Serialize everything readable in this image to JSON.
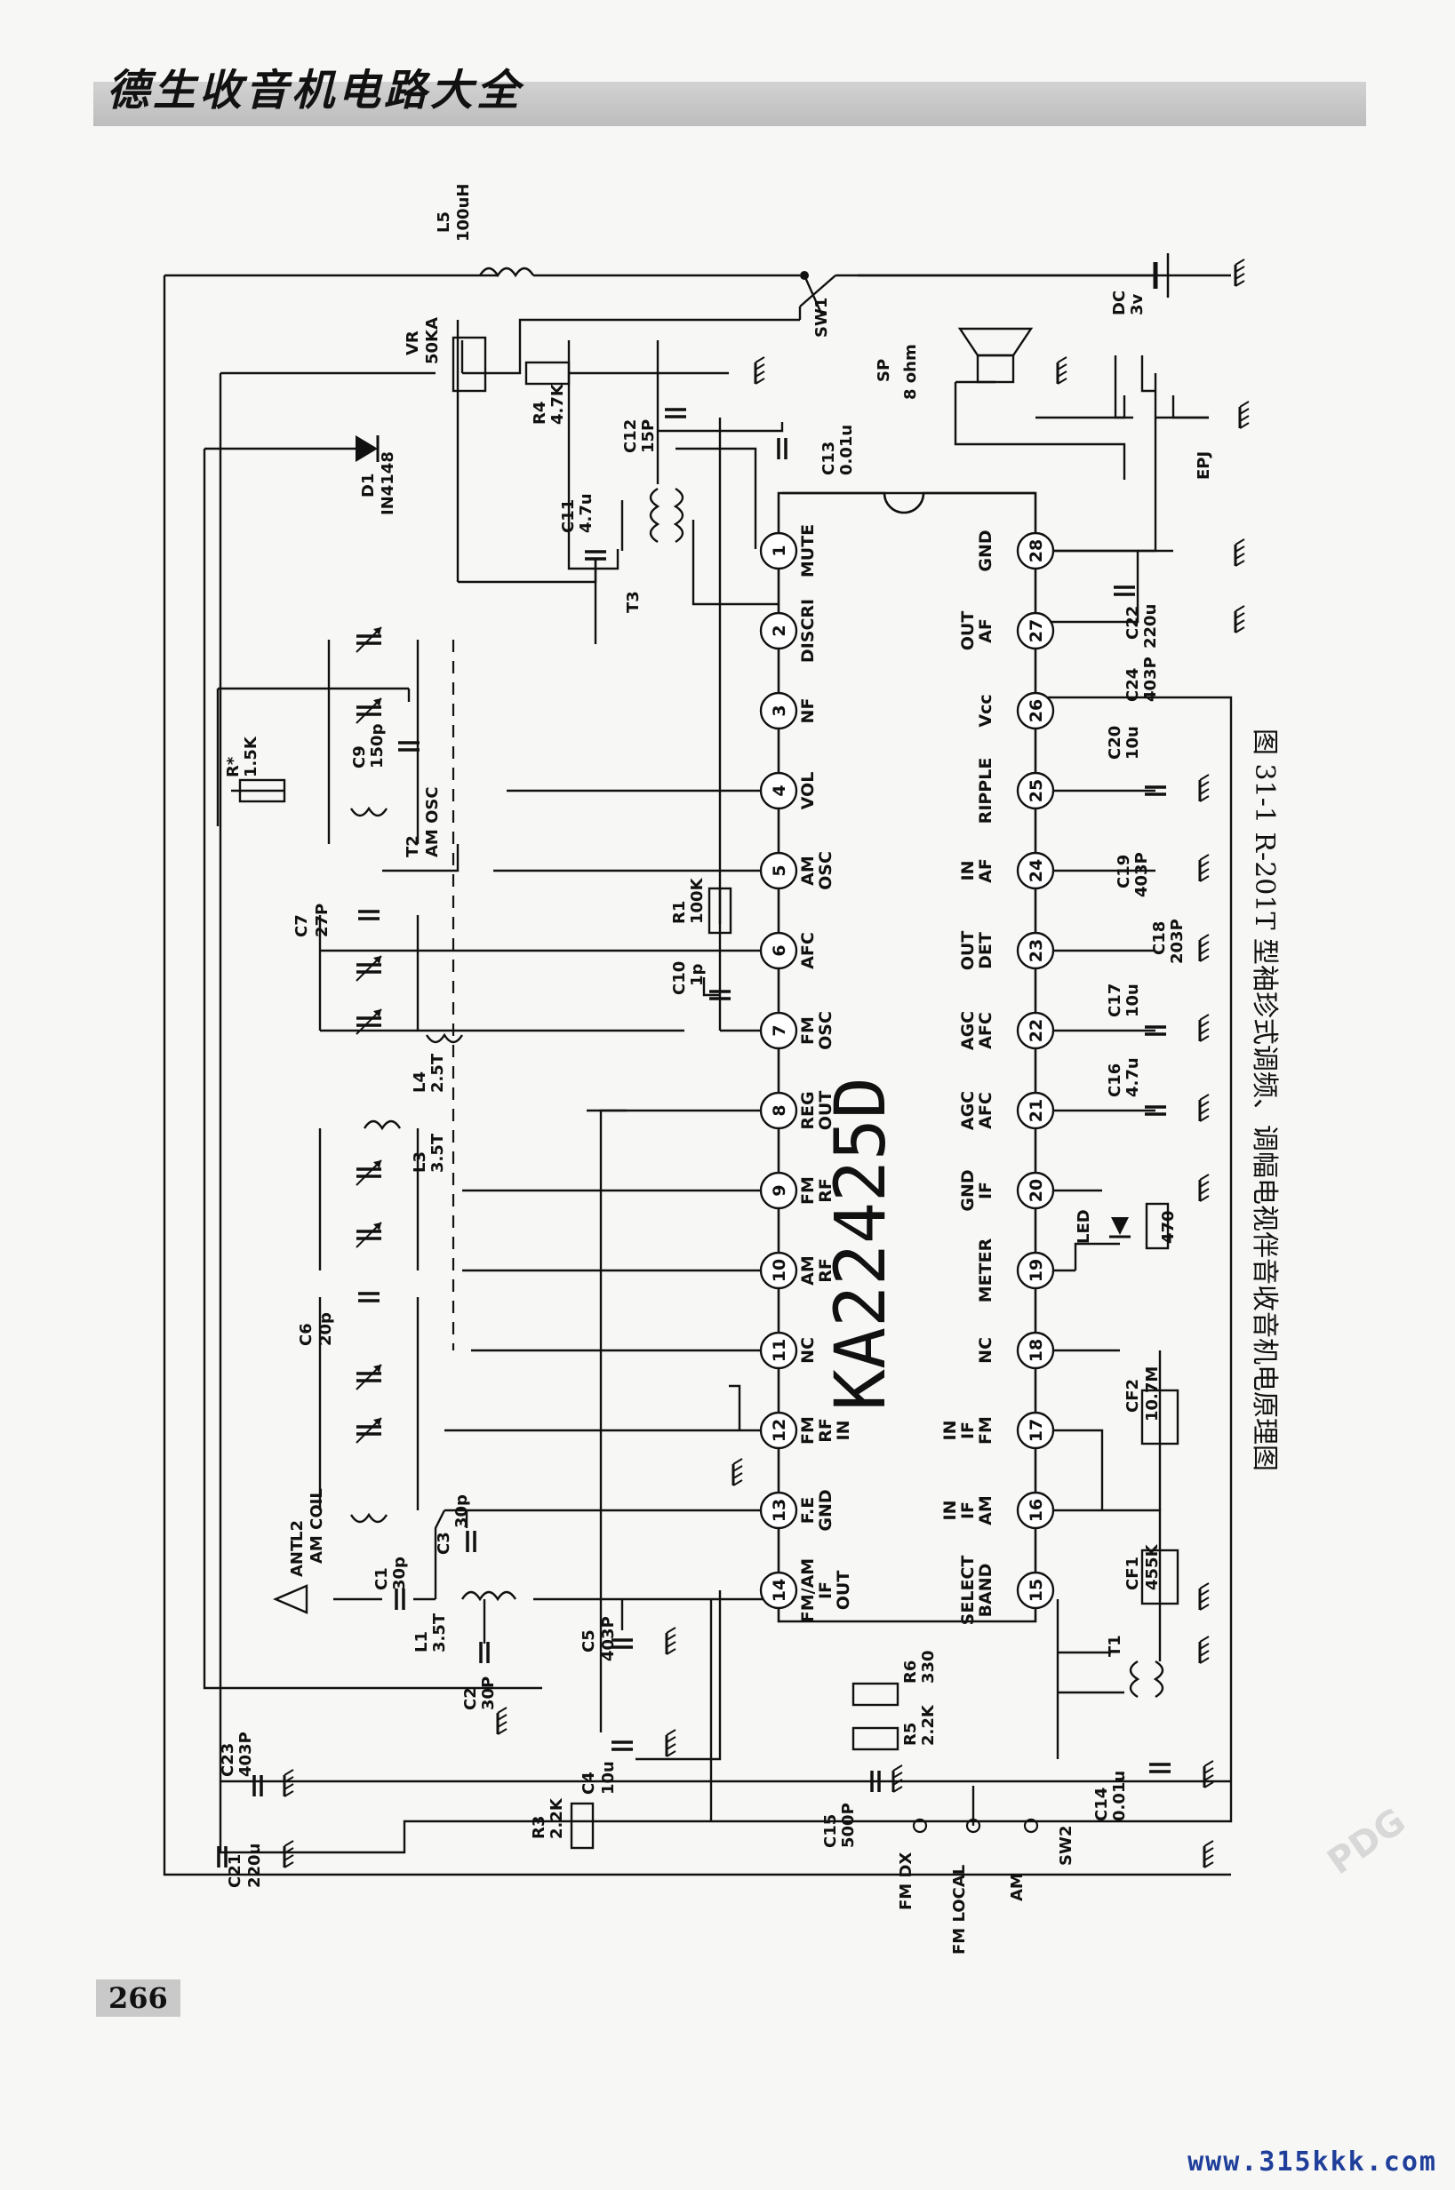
{
  "header": {
    "title": "德生收音机电路大全"
  },
  "page_number": "266",
  "caption": "图 31-1  R-201T 型袖珍式调频、调幅电视伴音收音机电原理图",
  "footer": {
    "site": "www.315kkk.com"
  },
  "watermark": "PDG",
  "ic": {
    "name": "KA22425D",
    "pins_top": [
      {
        "num": "1",
        "label": "MUTE"
      },
      {
        "num": "2",
        "label": "DISCRI"
      },
      {
        "num": "3",
        "label": "NF"
      },
      {
        "num": "4",
        "label": "VOL"
      },
      {
        "num": "5",
        "label": "AM OSC"
      },
      {
        "num": "6",
        "label": "AFC"
      },
      {
        "num": "7",
        "label": "FM OSC"
      },
      {
        "num": "8",
        "label": "REG OUT"
      },
      {
        "num": "9",
        "label": "FM RF"
      },
      {
        "num": "10",
        "label": "AM RF"
      },
      {
        "num": "11",
        "label": "NC"
      },
      {
        "num": "12",
        "label": "FM RF IN"
      },
      {
        "num": "13",
        "label": "F.E GND"
      },
      {
        "num": "14",
        "label": "FM/AM IF OUT"
      }
    ],
    "pins_bottom": [
      {
        "num": "28",
        "label": "GND"
      },
      {
        "num": "27",
        "label": "AF OUT"
      },
      {
        "num": "26",
        "label": "Vcc"
      },
      {
        "num": "25",
        "label": "RIPPLE"
      },
      {
        "num": "24",
        "label": "AF IN"
      },
      {
        "num": "23",
        "label": "DET OUT"
      },
      {
        "num": "22",
        "label": "AFC AGC"
      },
      {
        "num": "21",
        "label": "AFC AGC"
      },
      {
        "num": "20",
        "label": "IF GND"
      },
      {
        "num": "19",
        "label": "METER"
      },
      {
        "num": "18",
        "label": "NC"
      },
      {
        "num": "17",
        "label": "FM IF IN"
      },
      {
        "num": "16",
        "label": "AM IF IN"
      },
      {
        "num": "15",
        "label": "BAND SELECT"
      }
    ]
  },
  "components": {
    "L5": {
      "ref": "L5",
      "value": "100uH"
    },
    "SW1": {
      "ref": "SW1"
    },
    "DC": {
      "ref": "DC",
      "value": "3v"
    },
    "VR": {
      "ref": "VR",
      "value": "50KA"
    },
    "R4": {
      "ref": "R4",
      "value": "4.7K"
    },
    "C12": {
      "ref": "C12",
      "value": "15P"
    },
    "C13": {
      "ref": "C13",
      "value": "0.01u"
    },
    "SP": {
      "ref": "SP",
      "value": "8 ohm"
    },
    "EPJ": {
      "ref": "EPJ"
    },
    "D1": {
      "ref": "D1",
      "value": "IN4148"
    },
    "C11": {
      "ref": "C11",
      "value": "4.7u"
    },
    "T3": {
      "ref": "T3"
    },
    "C22": {
      "ref": "C22",
      "value": "220u"
    },
    "C24": {
      "ref": "C24",
      "value": "403P"
    },
    "C9": {
      "ref": "C9",
      "value": "150p"
    },
    "RX": {
      "ref": "R*",
      "value": "1.5K"
    },
    "T2": {
      "ref": "T2",
      "value": "AM OSC"
    },
    "C20": {
      "ref": "C20",
      "value": "10u"
    },
    "C19": {
      "ref": "C19",
      "value": "403P"
    },
    "C18": {
      "ref": "C18",
      "value": "203P"
    },
    "C7": {
      "ref": "C7",
      "value": "27P"
    },
    "R1": {
      "ref": "R1",
      "value": "100K"
    },
    "C10": {
      "ref": "C10",
      "value": "1p"
    },
    "L4": {
      "ref": "L4",
      "value": "2.5T"
    },
    "C17": {
      "ref": "C17",
      "value": "10u"
    },
    "C16": {
      "ref": "C16",
      "value": "4.7u"
    },
    "L3": {
      "ref": "L3",
      "value": "3.5T"
    },
    "LED": {
      "ref": "LED"
    },
    "R470": {
      "ref": "",
      "value": "470"
    },
    "C6": {
      "ref": "C6",
      "value": "20p"
    },
    "CF2": {
      "ref": "CF2",
      "value": "10.7M"
    },
    "L2": {
      "ref": "L2",
      "value": "AM COIL"
    },
    "C3": {
      "ref": "C3",
      "value": "30p"
    },
    "ANT": {
      "ref": "ANT"
    },
    "C1": {
      "ref": "C1",
      "value": "30p"
    },
    "L1": {
      "ref": "L1",
      "value": "3.5T"
    },
    "C5": {
      "ref": "C5",
      "value": "403P"
    },
    "C2": {
      "ref": "C2",
      "value": "30P"
    },
    "CF1": {
      "ref": "CF1",
      "value": "455K"
    },
    "T1": {
      "ref": "T1"
    },
    "R6": {
      "ref": "R6",
      "value": "330"
    },
    "R5": {
      "ref": "R5",
      "value": "2.2K"
    },
    "C4": {
      "ref": "C4",
      "value": "10u"
    },
    "C23": {
      "ref": "C23",
      "value": "403P"
    },
    "C21": {
      "ref": "C21",
      "value": "220u"
    },
    "R3": {
      "ref": "R3",
      "value": "2.2K"
    },
    "C15": {
      "ref": "C15",
      "value": "500P"
    },
    "C14": {
      "ref": "C14",
      "value": "0.01u"
    },
    "SW2": {
      "ref": "SW2",
      "positions": [
        "FM DX",
        "FM LOCAL",
        "AM"
      ]
    }
  }
}
